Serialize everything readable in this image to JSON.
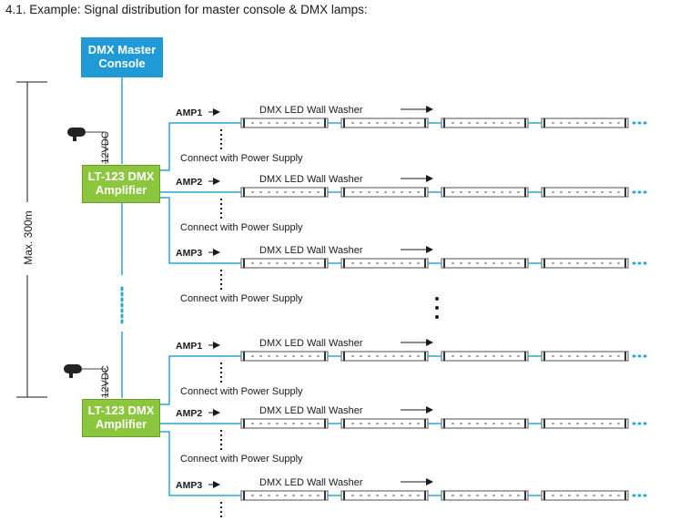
{
  "heading": "4.1. Example: Signal distribution for master console & DMX lamps:",
  "master_console": {
    "line1": "DMX Master",
    "line2": "Console"
  },
  "amplifiers": [
    {
      "line1": "LT-123 DMX",
      "line2": "Amplifier",
      "power": "12VDC"
    },
    {
      "line1": "LT-123 DMX",
      "line2": "Amplifier",
      "power": "12VDC"
    }
  ],
  "distance_label": "Max. 300m",
  "outputs": [
    "AMP1",
    "AMP2",
    "AMP3",
    "AMP1",
    "AMP2",
    "AMP3"
  ],
  "washer_label": "DMX LED Wall Washer",
  "power_label": "Connect with Power Supply",
  "colors": {
    "console": "#1f9ad6",
    "amplifier": "#8cc63f",
    "cable": "#29a8d8",
    "fixture": "#8a8a8a"
  }
}
